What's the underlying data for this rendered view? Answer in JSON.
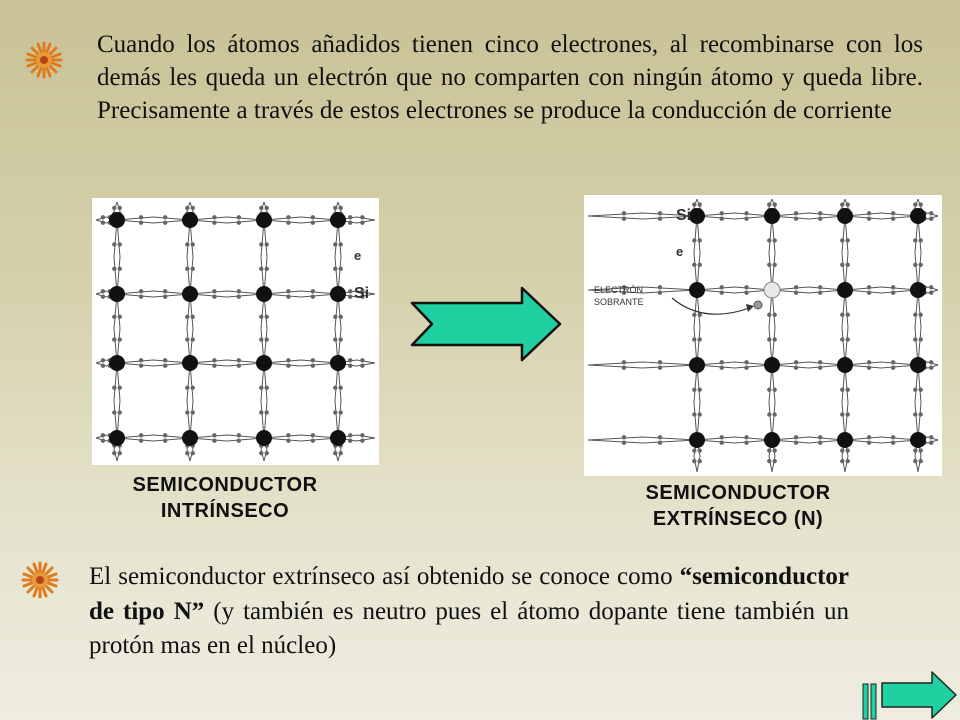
{
  "paragraph_top": "Cuando los átomos añadidos tienen cinco electrones, al recombinarse con los demás les queda un electrón que no comparten con ningún átomo y queda libre. Precisamente a través de estos electrones se produce la conducción de corriente",
  "paragraph_bottom": {
    "before": "El semiconductor extrínseco así obtenido se conoce como ",
    "bold": "“semiconductor de tipo N”",
    "after": " (y también es neutro pues el átomo dopante tiene también un protón mas en el núcleo)"
  },
  "left_diagram": {
    "label_e": "e",
    "label_si": "Si"
  },
  "right_diagram": {
    "label_si": "Si",
    "label_e": "e",
    "label_electron_line1": "ELECTRÓN",
    "label_electron_line2": "SOBRANTE"
  },
  "caption_left": {
    "line1": "SEMICONDUCTOR",
    "line2": "INTRÍNSECO"
  },
  "caption_right": {
    "line1": "SEMICONDUCTOR",
    "line2": "EXTRÍNSECO (N)"
  },
  "icons": {
    "bullet": "starburst-bullet-icon",
    "arrow": "green-arrow-icon",
    "nav_first": "first-slide-icon",
    "nav_next": "next-slide-icon"
  },
  "colors": {
    "arrow_fill": "#1fd0a0",
    "bullet_orange": "#e07a1c",
    "bullet_red": "#b8421a",
    "nav_fill": "#1fd0a0"
  }
}
